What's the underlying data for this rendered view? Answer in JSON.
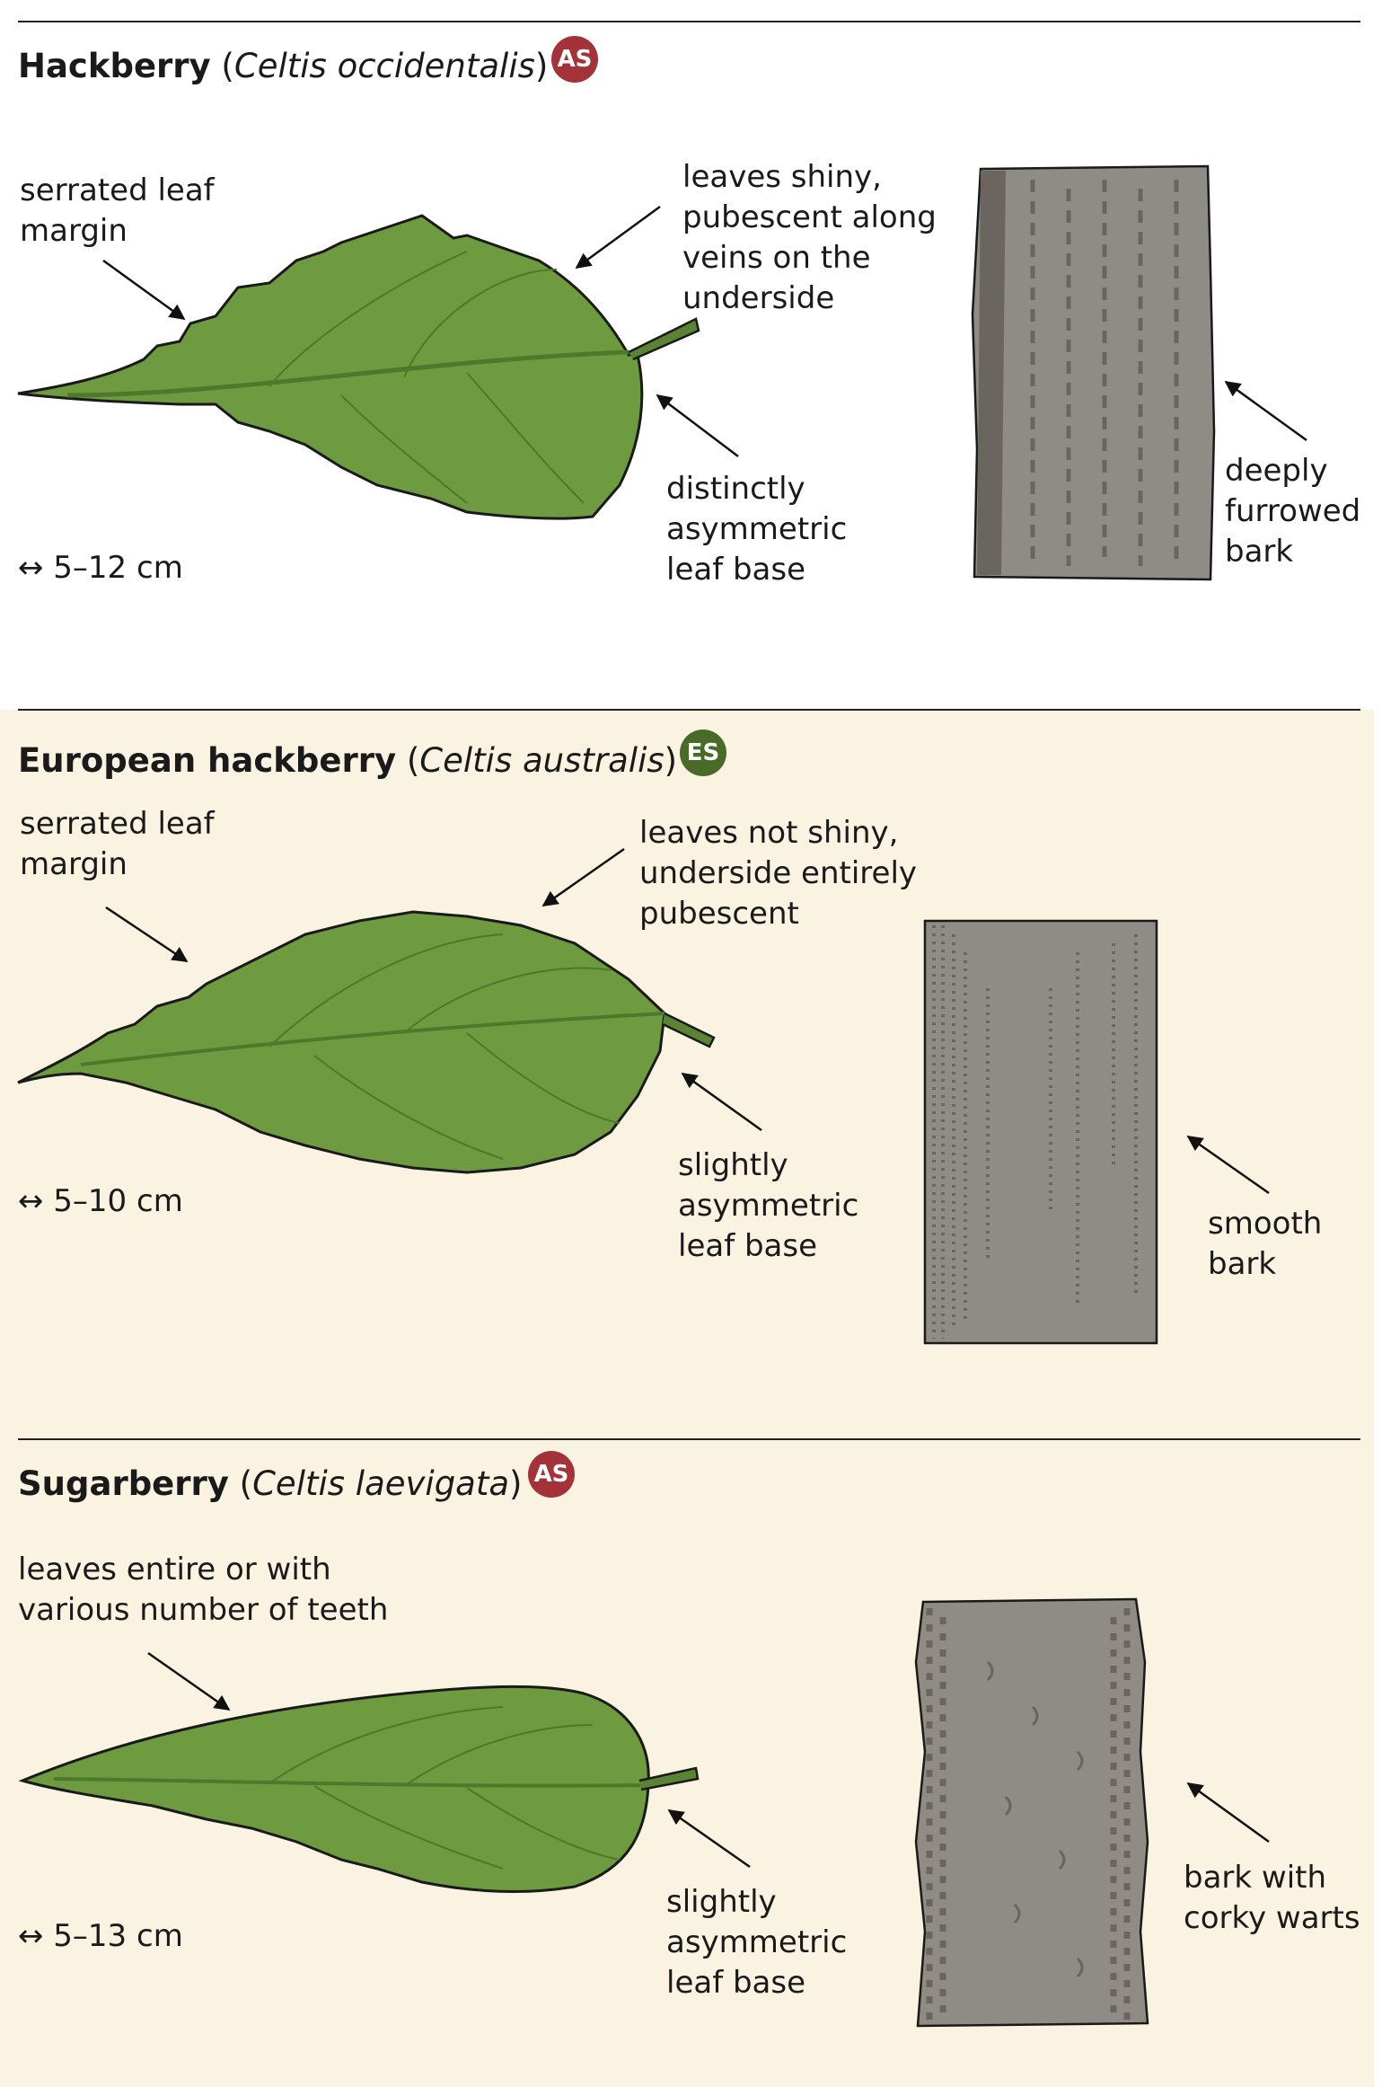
{
  "colors": {
    "badge_as": "#a33338",
    "badge_es": "#4a6a2a",
    "leaf": "#6e9a40",
    "bark": "#8f8b85",
    "background_alt": "#fbf3e2"
  },
  "sections": [
    {
      "common_name": "Hackberry",
      "scientific_name": "Celtis occidentalis",
      "badge": "AS",
      "labels": {
        "margin": "serrated leaf\nmargin",
        "surface": "leaves shiny,\npubescent along\nveins on the\nunderside",
        "base": "distinctly\nasymmetric\nleaf base",
        "bark": "deeply\nfurrowed\nbark"
      },
      "size": "↔ 5–12 cm"
    },
    {
      "common_name": "European hackberry",
      "scientific_name": "Celtis australis",
      "badge": "ES",
      "labels": {
        "margin": "serrated leaf\nmargin",
        "surface": "leaves not shiny,\nunderside entirely\npubescent",
        "base": "slightly\nasymmetric\nleaf base",
        "bark": "smooth\nbark"
      },
      "size": "↔ 5–10 cm"
    },
    {
      "common_name": "Sugarberry",
      "scientific_name": "Celtis laevigata",
      "badge": "AS",
      "labels": {
        "margin": "leaves entire or with\nvarious number of teeth",
        "base": "slightly\nasymmetric\nleaf base",
        "bark": "bark with\ncorky warts"
      },
      "size": "↔ 5–13 cm"
    }
  ]
}
